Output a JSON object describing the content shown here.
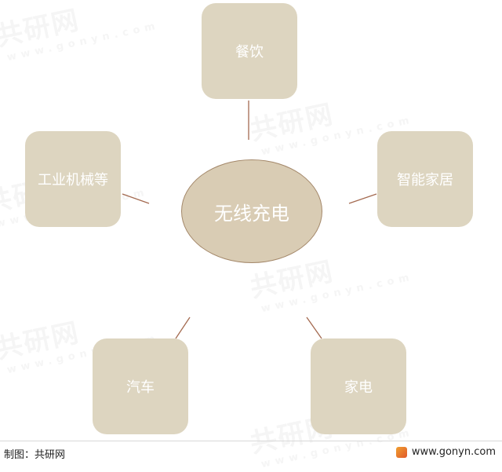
{
  "center_label": "无线充电",
  "nodes": {
    "top": "餐饮",
    "right": "智能家居",
    "bottom_right": "家电",
    "bottom_left": "汽车",
    "left": "工业机械等"
  },
  "watermark": {
    "brand": "共研网",
    "url": "www.gonyn.com"
  },
  "footer": {
    "source": "制图：共研网",
    "site": "www.gonyn.com"
  },
  "colors": {
    "node_fill": "#ddd5c0",
    "center_fill": "#d9ccb4",
    "center_border": "#a4886a",
    "connector": "#a46a50"
  }
}
